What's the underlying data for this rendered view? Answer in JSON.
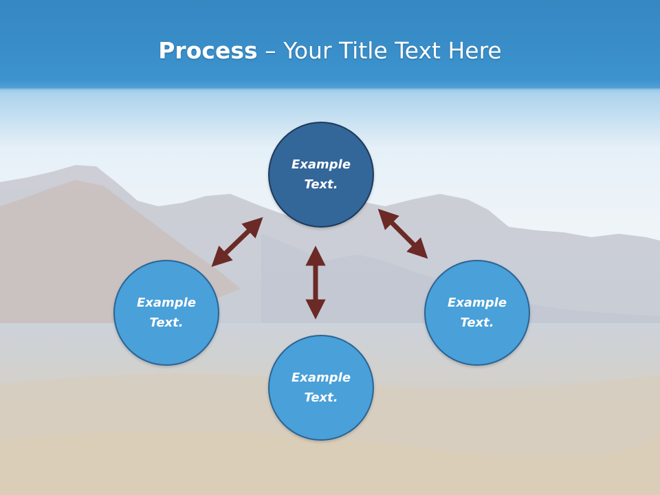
{
  "title": {
    "bold": "Process",
    "rest": " – Your Title Text Here"
  },
  "nodes": {
    "top": "Example Text.",
    "left": "Example Text.",
    "right": "Example Text.",
    "bottom": "Example Text."
  },
  "colors": {
    "header_blue": "#3a8fcb",
    "node_dark": "#336699",
    "node_light": "#4aa0d8",
    "arrow": "#6b2a26"
  }
}
